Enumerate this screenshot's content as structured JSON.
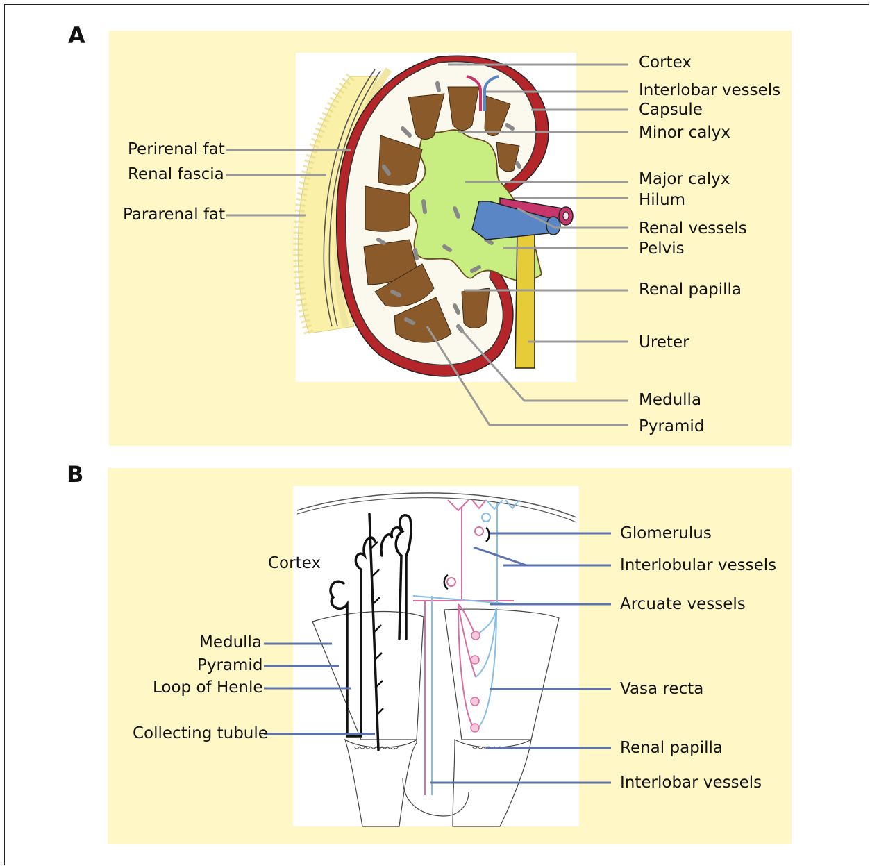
{
  "panels": [
    {
      "id": "A",
      "letter": "A",
      "labels": {
        "cortex": "Cortex",
        "interlobar_vessels": "Interlobar vessels",
        "capsule": "Capsule",
        "minor_calyx": "Minor calyx",
        "major_calyx": "Major calyx",
        "hilum": "Hilum",
        "renal_vessels": "Renal vessels",
        "pelvis": "Pelvis",
        "renal_papilla": "Renal papilla",
        "ureter": "Ureter",
        "medulla": "Medulla",
        "pyramid": "Pyramid",
        "perirenal_fat": "Perirenal fat",
        "renal_fascia": "Renal fascia",
        "pararenal_fat": "Pararenal fat"
      }
    },
    {
      "id": "B",
      "letter": "B",
      "labels": {
        "cortex": "Cortex",
        "glomerulus": "Glomerulus",
        "interlobular_vessels": "Interlobular vessels",
        "arcuate_vessels": "Arcuate vessels",
        "vasa_recta": "Vasa recta",
        "renal_papilla": "Renal papilla",
        "interlobar_vessels": "Interlobar vessels",
        "medulla": "Medulla",
        "pyramid": "Pyramid",
        "loop_of_henle": "Loop of Henle",
        "collecting_tubule": "Collecting tubule"
      }
    }
  ],
  "colors": {
    "panel_background": "#fff7c6",
    "capsule": "#b5262a",
    "pyramid": "#8a5a2b",
    "calyx": "#c8ee82",
    "artery": "#c6366c",
    "vein": "#5b86c6",
    "ureter": "#e7cc3a",
    "fat": "#fbf0a8",
    "leader_a": "#9a9a9a",
    "leader_b": "#5b74b0",
    "vessel_b_pink": "#d96fa0",
    "vessel_b_blue": "#86bde6"
  }
}
